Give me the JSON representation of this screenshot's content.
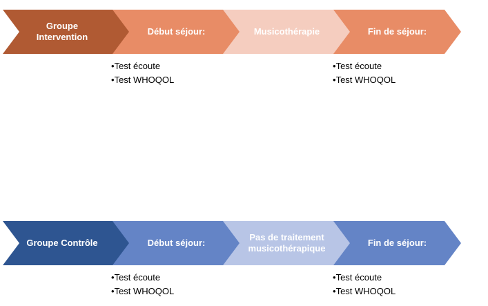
{
  "colors": {
    "intervention_dark": "#B05A33",
    "intervention_mid": "#E88C66",
    "intervention_light": "#F5CDBF",
    "control_dark": "#2E5591",
    "control_mid": "#6484C6",
    "control_light": "#B8C5E6"
  },
  "intervention": {
    "group_label": "Groupe\nIntervention",
    "start_label": "Début séjour:",
    "treatment_label": "Musicothérapie",
    "end_label": "Fin de séjour:",
    "start_tests": [
      "Test écoute",
      "Test WHOQOL"
    ],
    "end_tests": [
      "Test écoute",
      "Test WHOQOL"
    ]
  },
  "control": {
    "group_label": "Groupe Contrôle",
    "start_label": "Début séjour:",
    "treatment_label": "Pas de traitement\nmusicothérapique",
    "end_label": "Fin de séjour:",
    "start_tests": [
      "Test écoute",
      "Test WHOQOL"
    ],
    "end_tests": [
      "Test écoute",
      "Test WHOQOL"
    ]
  }
}
